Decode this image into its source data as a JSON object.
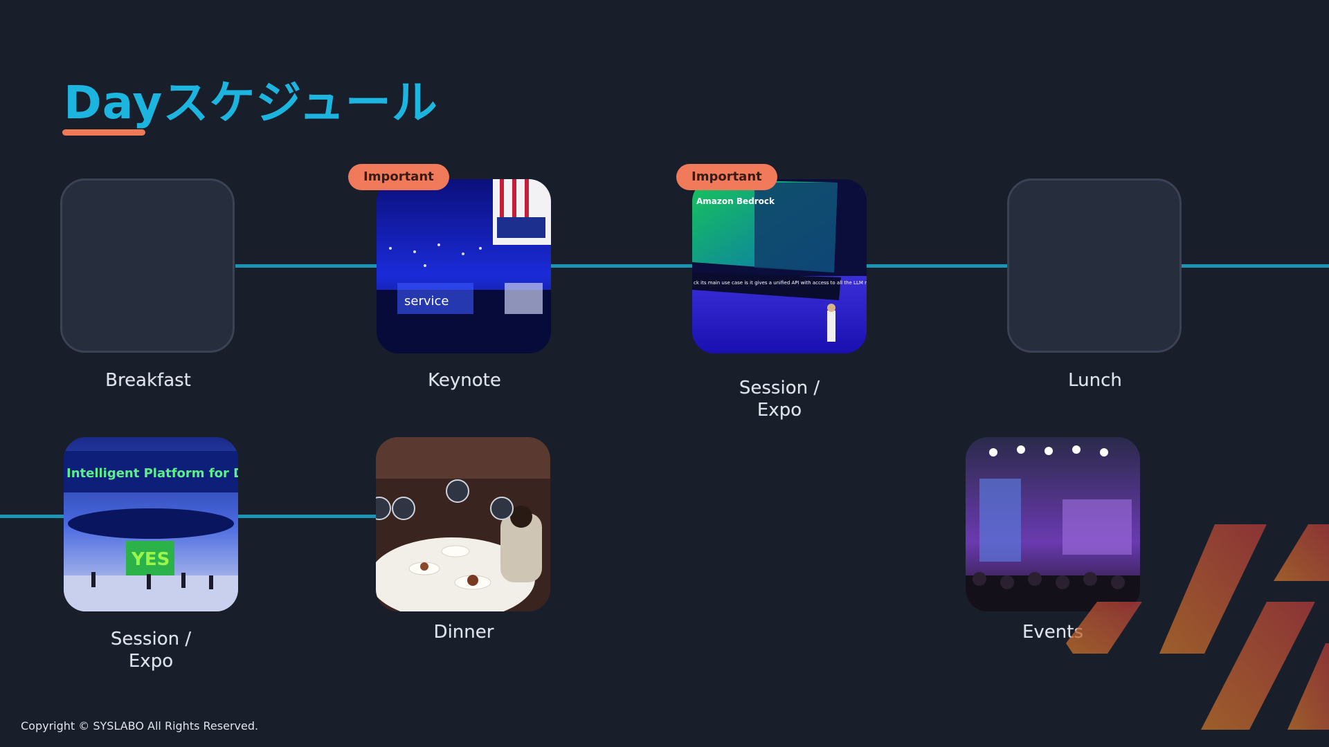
{
  "slide": {
    "title": "Dayスケジュール",
    "copyright": "Copyright © SYSLABO All Rights Reserved."
  },
  "badges": {
    "keynote": "Important",
    "session1": "Important"
  },
  "schedule": {
    "row1": [
      {
        "label": "Breakfast",
        "photo": "none"
      },
      {
        "label": "Keynote",
        "photo": "keynote-stage-photo"
      },
      {
        "label": "Session /\nExpo",
        "photo": "bedrock-session-photo"
      },
      {
        "label": "Lunch",
        "photo": "none"
      }
    ],
    "row2": [
      {
        "label": "Session /\nExpo",
        "photo": "expo-hall-photo"
      },
      {
        "label": "Dinner",
        "photo": "dinner-photo"
      },
      {
        "label": "Events",
        "photo": "concert-photo"
      }
    ]
  },
  "photo_text": {
    "keynote_screen": "service",
    "bedrock_slide": "Amazon Bedrock",
    "bedrock_caption": "ck its main use case is it gives a unified API with access to all the LLM models ajor LLM providers like we have Amazon",
    "expo_banner": "Intelligent Platform for Dig",
    "expo_sign": "YES"
  },
  "colors": {
    "background": "#191e2b",
    "title": "#1cb5e0",
    "accent": "#ef7a58",
    "timeline": "#1c95b4"
  }
}
